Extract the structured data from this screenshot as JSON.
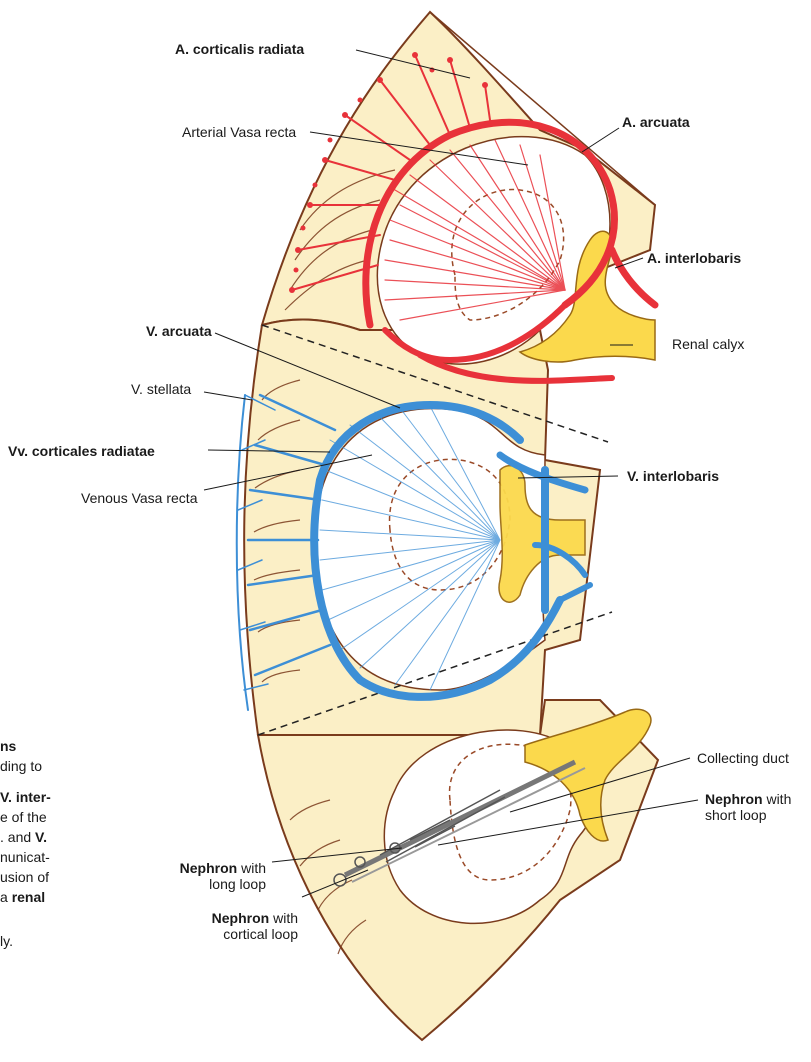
{
  "labels": {
    "a_corticalis_radiata": "A. corticalis radiata",
    "arterial_vasa_recta": "Arterial Vasa recta",
    "a_arcuata": "A. arcuata",
    "a_interlobaris": "A. interlobaris",
    "v_arcuata": "V. arcuata",
    "renal_calyx": "Renal calyx",
    "v_stellata": "V. stellata",
    "vv_corticales_radiatae": "Vv. corticales radiatae",
    "v_interlobaris": "V. interlobaris",
    "venous_vasa_recta": "Venous Vasa recta",
    "collecting_duct": "Collecting duct",
    "nephron_short_bold": "Nephron",
    "nephron_short_with": " with",
    "nephron_short_loop": "short loop",
    "nephron_long_bold": "Nephron",
    "nephron_long_with": " with",
    "nephron_long_loop": "long loop",
    "nephron_cortical_bold": "Nephron",
    "nephron_cortical_with": " with",
    "nephron_cortical_loop": "cortical loop"
  },
  "caption_fragments": {
    "line1": "ns",
    "line2": "ding to",
    "line3": "V. inter-",
    "line4": "e of the",
    "line5_a": ". and ",
    "line5_b": "V.",
    "line6": "nunicat-",
    "line7": "usion of",
    "line8_a": "a ",
    "line8_b": "renal",
    "line9": "ly."
  },
  "colors": {
    "tissue": "#fbefc6",
    "outline": "#7a3b1c",
    "artery": "#e8323a",
    "vein": "#3d8fd6",
    "calyx": "#fbd94c",
    "nephron": "#6b6b6b"
  }
}
